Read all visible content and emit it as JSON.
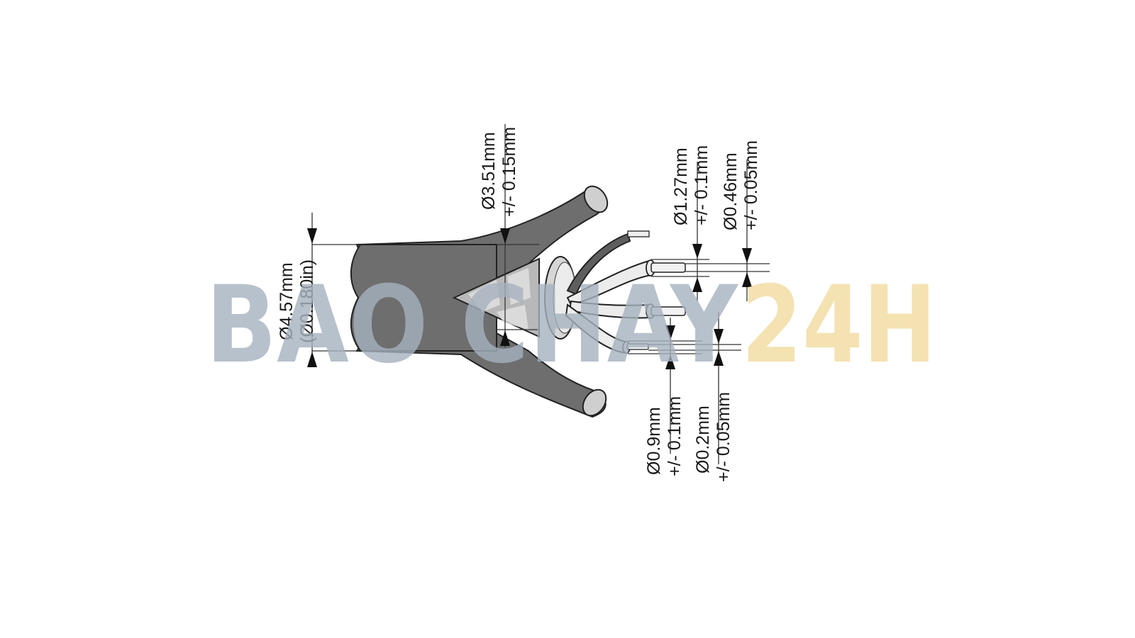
{
  "diagram": {
    "dimensions": {
      "outer_jacket": {
        "mm": "Ø4.57mm",
        "inch": "(Ø0.180in)"
      },
      "shield": {
        "mm": "Ø3.51mm",
        "tolerance": "+/- 0.15mm"
      },
      "insulation_large": {
        "mm": "Ø1.27mm",
        "tolerance": "+/- 0.1mm"
      },
      "conductor_large": {
        "mm": "Ø0.46mm",
        "tolerance": "+/- 0.05mm"
      },
      "insulation_small": {
        "mm": "Ø0.9mm",
        "tolerance": "+/- 0.1mm"
      },
      "conductor_small": {
        "mm": "Ø0.2mm",
        "tolerance": "+/- 0.05mm"
      }
    },
    "watermark": {
      "left": "BAO CHAY",
      "right": "24H"
    },
    "colors": {
      "jacket": "#6e6e6e",
      "jacket_outline": "#222222",
      "wire_insulation": "#ececec",
      "watermark_gray": "#a6b2bf",
      "watermark_yellow": "#f2dca0",
      "watermark_orange": "#f0cfa6"
    }
  }
}
